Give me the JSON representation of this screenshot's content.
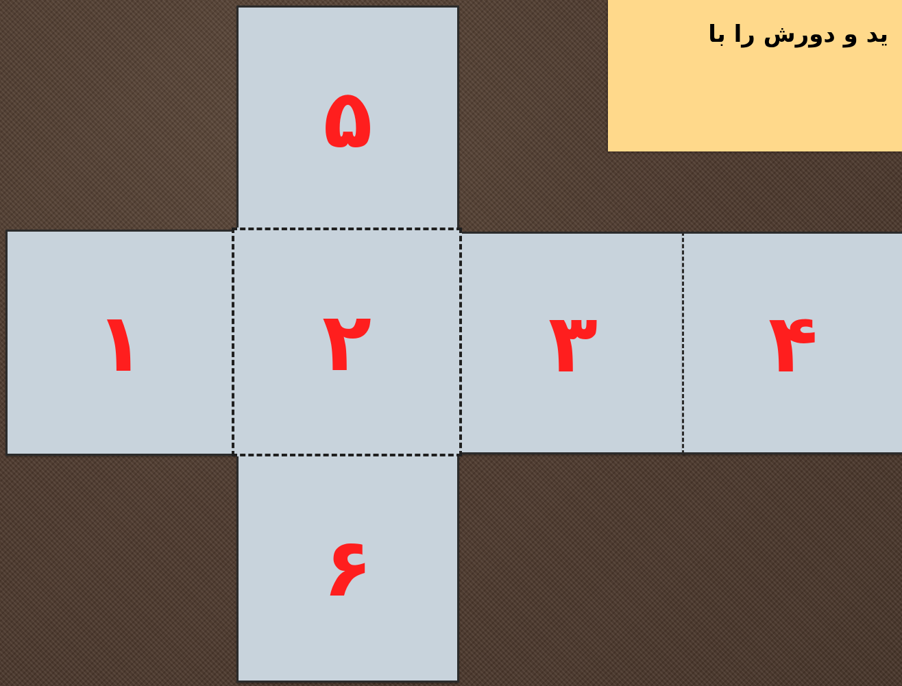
{
  "instruction_note": {
    "text": "ید و دورش را با"
  },
  "cube_net": {
    "faces": [
      {
        "label": "۱"
      },
      {
        "label": "۲"
      },
      {
        "label": "۳"
      },
      {
        "label": "۴"
      },
      {
        "label": "۵"
      },
      {
        "label": "۶"
      }
    ]
  },
  "colors": {
    "background": "#4e3a2e",
    "paper": "#c8d3dc",
    "numbers": "#ff1e1e",
    "note": "#ffd98b"
  }
}
